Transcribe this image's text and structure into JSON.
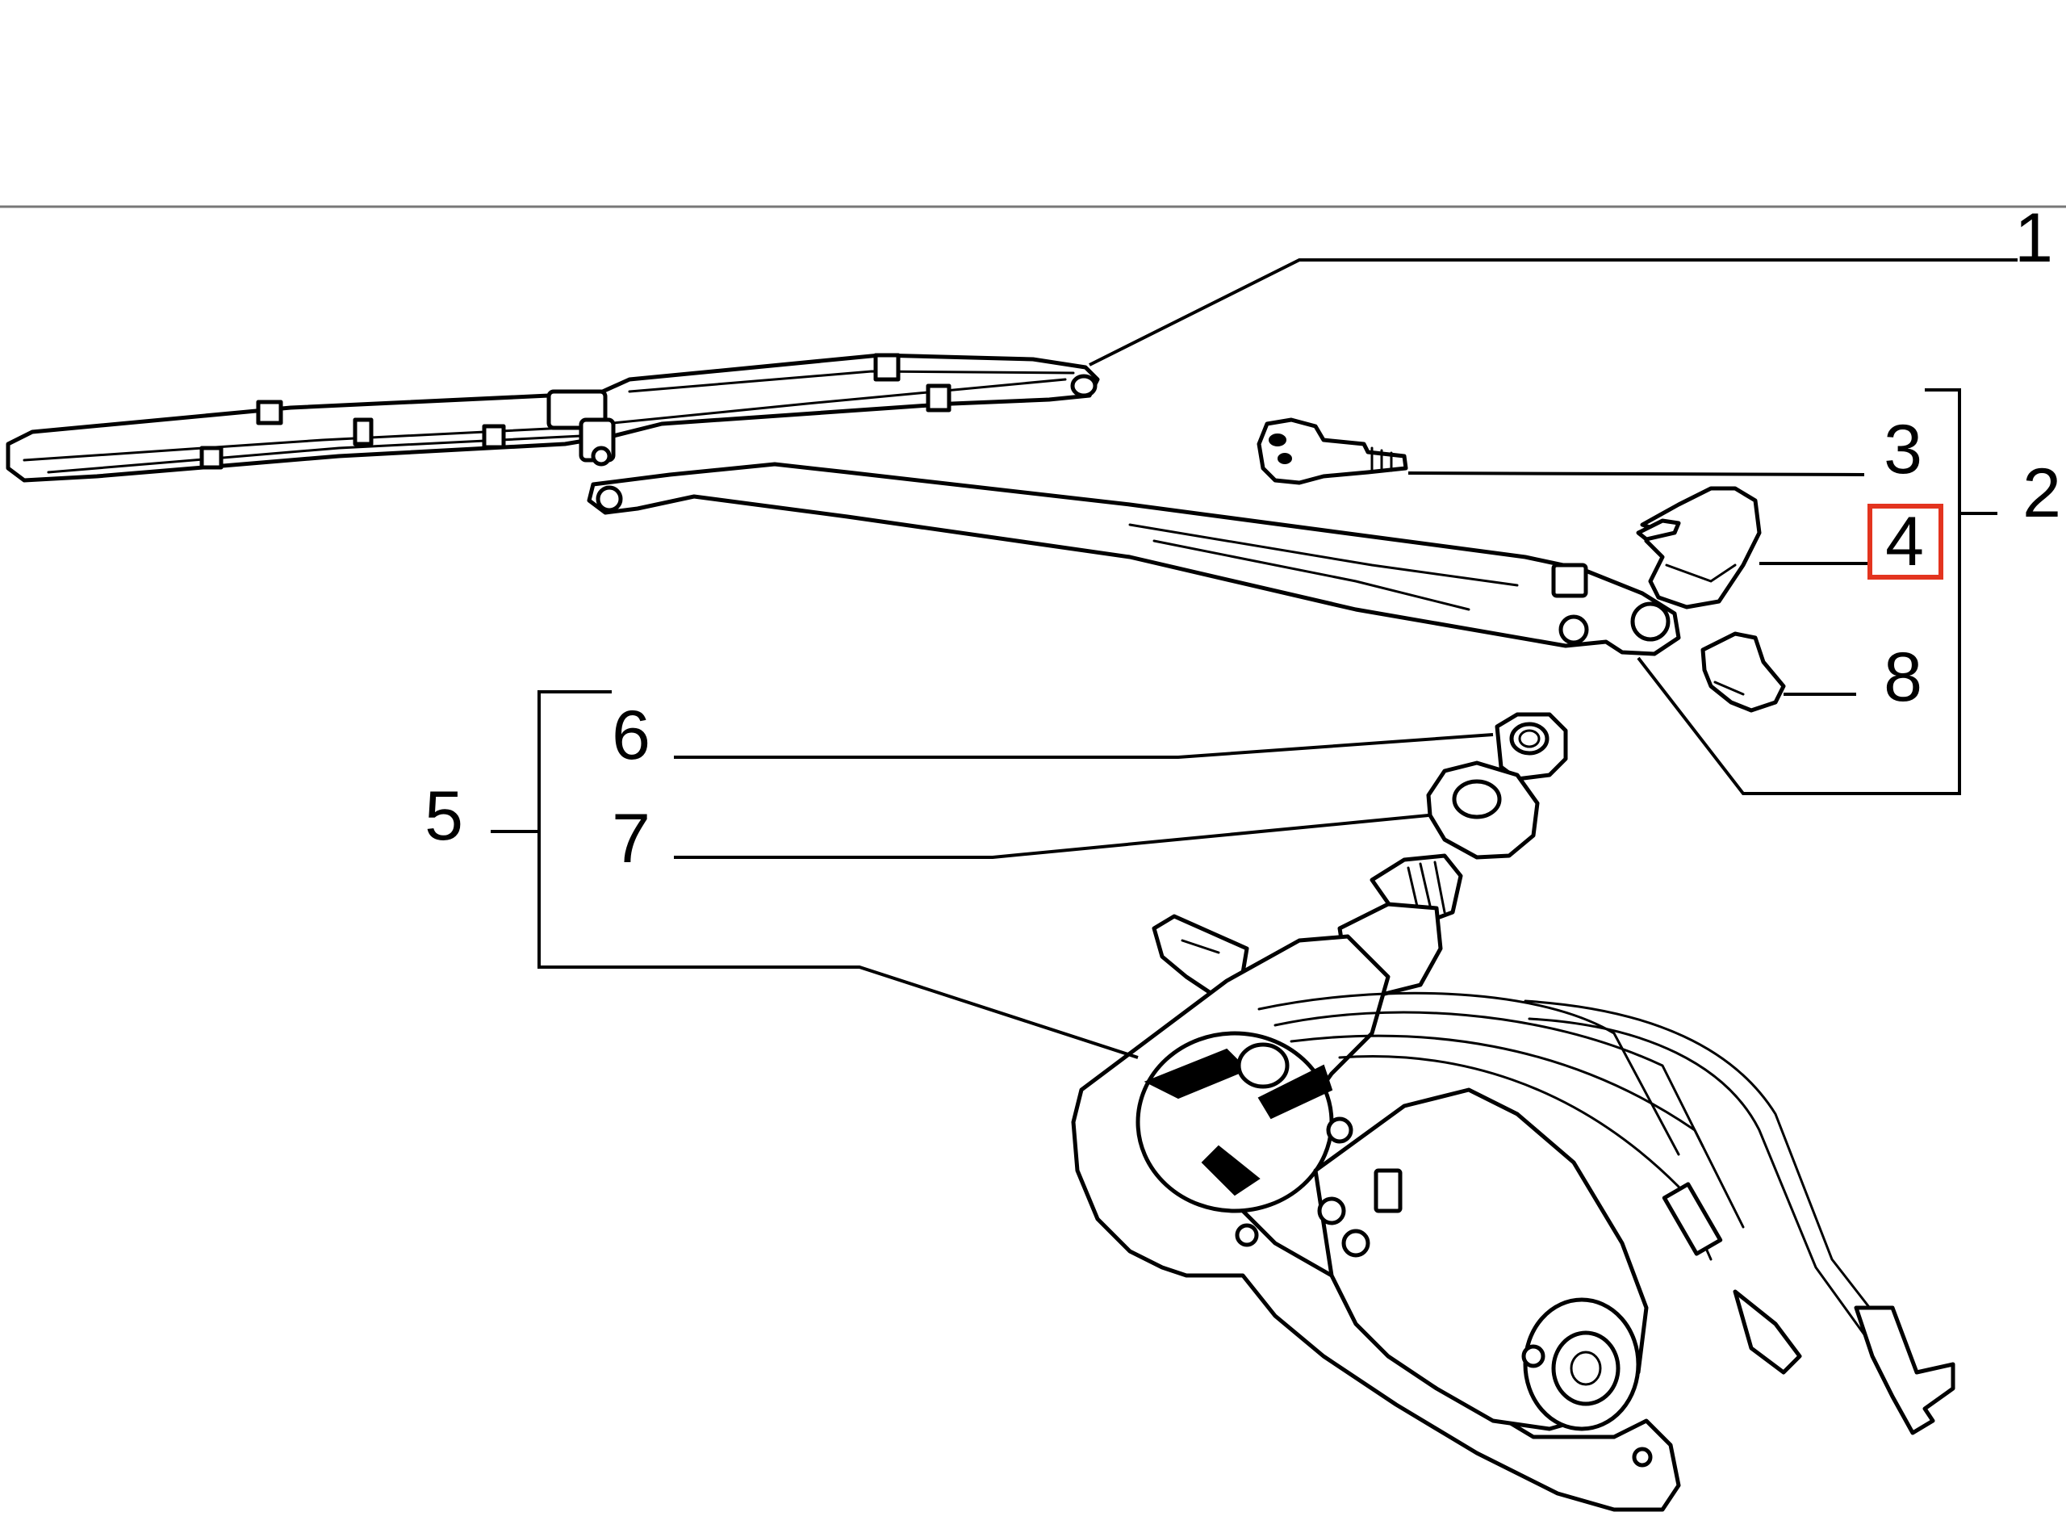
{
  "diagram": {
    "callouts": [
      {
        "id": "1",
        "text": "1"
      },
      {
        "id": "2",
        "text": "2"
      },
      {
        "id": "3",
        "text": "3"
      },
      {
        "id": "4",
        "text": "4"
      },
      {
        "id": "5",
        "text": "5"
      },
      {
        "id": "6",
        "text": "6"
      },
      {
        "id": "7",
        "text": "7"
      },
      {
        "id": "8",
        "text": "8"
      }
    ],
    "highlighted_callout": "4",
    "highlight_color": "#e3341f",
    "line_color": "#000000",
    "background_color": "#ffffff"
  }
}
